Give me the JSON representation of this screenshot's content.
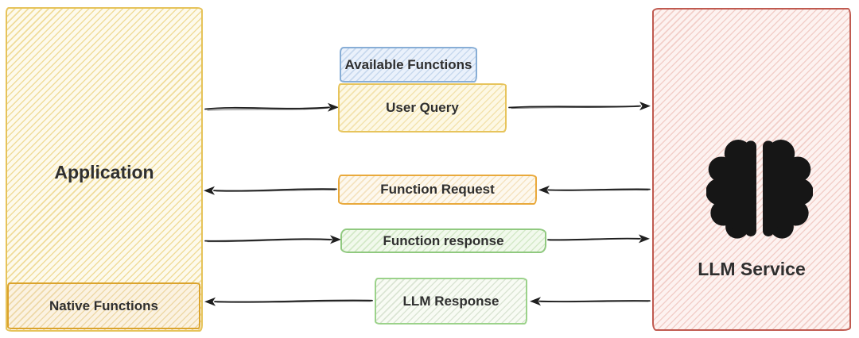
{
  "nodes": {
    "application": {
      "label": "Application"
    },
    "native_functions": {
      "label": "Native Functions"
    },
    "llm_service": {
      "label": "LLM Service",
      "icon": "brain-icon"
    },
    "available_functions": {
      "label": "Available Functions"
    },
    "user_query": {
      "label": "User Query"
    },
    "function_request": {
      "label": "Function Request"
    },
    "function_response": {
      "label": "Function response"
    },
    "llm_response": {
      "label": "LLM Response"
    }
  },
  "arrows": [
    {
      "from": "Application",
      "to": "User Query",
      "direction": "right"
    },
    {
      "from": "User Query",
      "to": "LLM Service",
      "direction": "right"
    },
    {
      "from": "LLM Service",
      "to": "Function Request",
      "direction": "left"
    },
    {
      "from": "Function Request",
      "to": "Application",
      "direction": "left"
    },
    {
      "from": "Application",
      "to": "Function response",
      "direction": "right"
    },
    {
      "from": "Function response",
      "to": "LLM Service",
      "direction": "right"
    },
    {
      "from": "LLM Service",
      "to": "LLM Response",
      "direction": "left"
    },
    {
      "from": "LLM Response",
      "to": "Native Functions",
      "direction": "left"
    }
  ],
  "colors": {
    "ink": "#2f2f2f",
    "arrow": "#1f1f1f",
    "application-border": "#e6c35a",
    "application-fill": "#fdfaec",
    "application-hatch": "#f0dc9b",
    "native-border": "#dba32c",
    "native-fill": "#fbf2e1",
    "native-hatch": "#eed9a8",
    "blue-border": "#88aed6",
    "blue-fill": "#eaf1fb",
    "blue-hatch": "#c8d9ee",
    "query-border": "#e7c45c",
    "query-fill": "#fdf8e4",
    "query-hatch": "#f3e3ae",
    "request-border": "#e9a93b",
    "request-fill": "#fdf8ee",
    "request-hatch": "#f5e3c0",
    "response-border": "#90c97f",
    "response-fill": "#f1f9ec",
    "response-hatch": "#d4e9c8",
    "llmresp-border": "#9bd28a",
    "llmresp-fill": "#f8fbf4",
    "llmresp-hatch": "#dbe5d4",
    "llm-border": "#c05a50",
    "llm-fill": "#fdf2f0",
    "llm-hatch": "#f2cfc9"
  }
}
